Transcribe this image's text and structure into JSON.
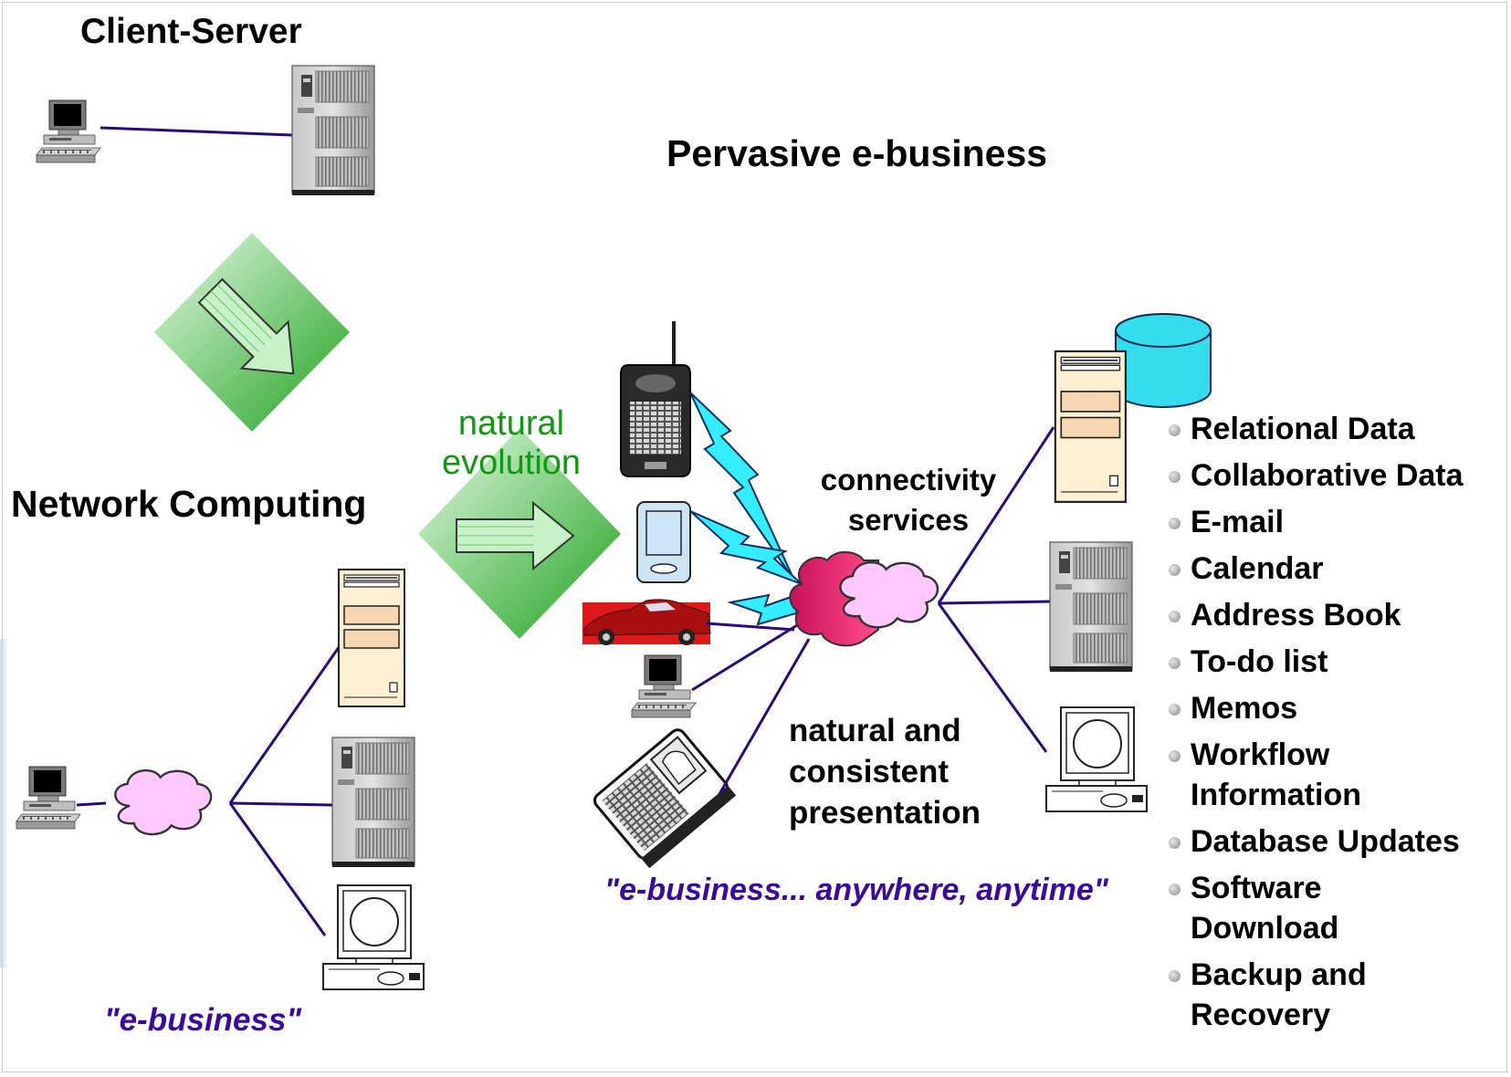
{
  "titles": {
    "client_server": "Client-Server",
    "pervasive": "Pervasive e-business",
    "network_computing": "Network Computing"
  },
  "evolution_label": {
    "line1": "natural",
    "line2": "evolution"
  },
  "connectivity_label": {
    "line1": "connectivity",
    "line2": "services"
  },
  "presentation_label": {
    "line1": "natural and",
    "line2": "consistent",
    "line3": "presentation"
  },
  "quotes": {
    "network": "\"e-business\"",
    "pervasive": "\"e-business... anywhere, anytime\""
  },
  "services": [
    {
      "line1": "Relational Data",
      "line2": ""
    },
    {
      "line1": "Collaborative Data",
      "line2": ""
    },
    {
      "line1": "E-mail",
      "line2": ""
    },
    {
      "line1": "Calendar",
      "line2": ""
    },
    {
      "line1": "Address Book",
      "line2": ""
    },
    {
      "line1": "To-do list",
      "line2": ""
    },
    {
      "line1": "Memos",
      "line2": ""
    },
    {
      "line1": "Workflow",
      "line2": "Information"
    },
    {
      "line1": "Database Updates",
      "line2": ""
    },
    {
      "line1": "Software",
      "line2": "Download"
    },
    {
      "line1": "Backup and",
      "line2": "Recovery"
    }
  ],
  "colors": {
    "connector": "#2a0a7a",
    "quote": "#3a0aa0",
    "evolution_text": "#119911",
    "diamond_dark": "#22a822",
    "diamond_light": "#e6fae6",
    "cloud": "#ffc8ff",
    "lightning": "#33eeff",
    "database": "#33ddee",
    "car": "#cc1a1a"
  }
}
